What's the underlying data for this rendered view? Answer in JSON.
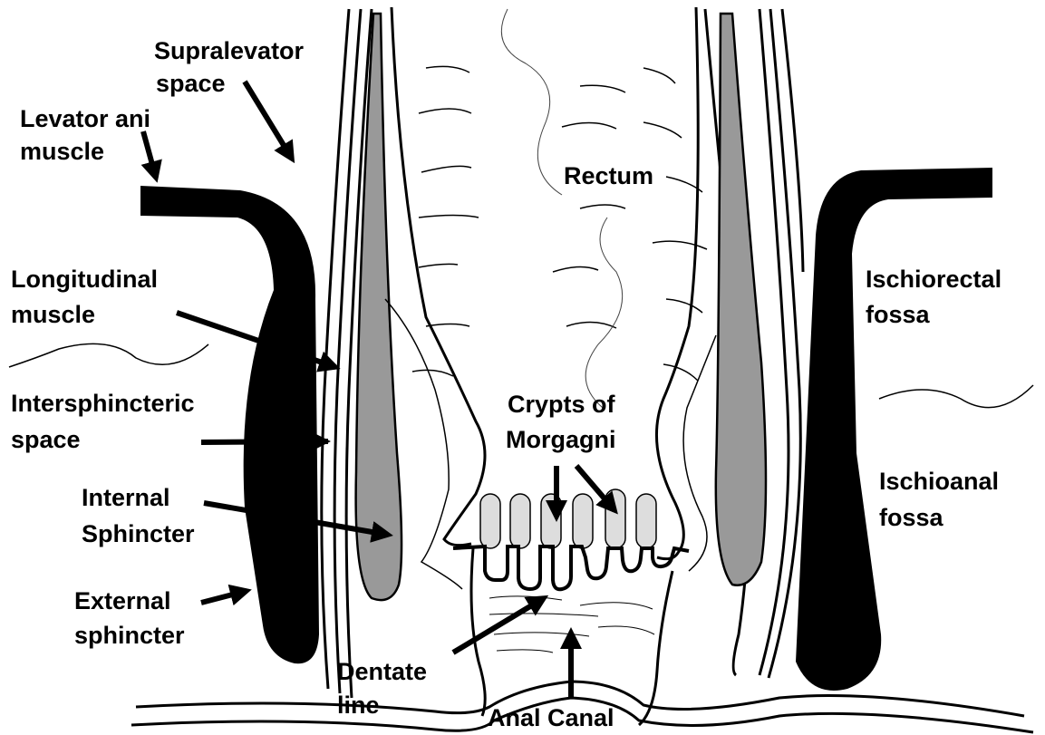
{
  "labels": {
    "supralevator_1": "Supralevator",
    "supralevator_2": "space",
    "levator_1": "Levator ani",
    "levator_2": "muscle",
    "rectum": "Rectum",
    "longitudinal_1": "Longitudinal",
    "longitudinal_2": "muscle",
    "ischiorectal_1": "Ischiorectal",
    "ischiorectal_2": "fossa",
    "intersphincteric_1": "Intersphincteric",
    "intersphincteric_2": "space",
    "crypts_1": "Crypts of",
    "crypts_2": "Morgagni",
    "ischioanal_1": "Ischioanal",
    "ischioanal_2": "fossa",
    "internal_1": "Internal",
    "internal_2": "Sphincter",
    "external_1": "External",
    "external_2": "sphincter",
    "dentate_1": "Dentate",
    "dentate_2": "line",
    "anal_canal": "Anal Canal"
  },
  "colors": {
    "ink": "#000000",
    "muscle_gray": "#999999",
    "column_fill": "#dddddd",
    "background": "#ffffff"
  }
}
